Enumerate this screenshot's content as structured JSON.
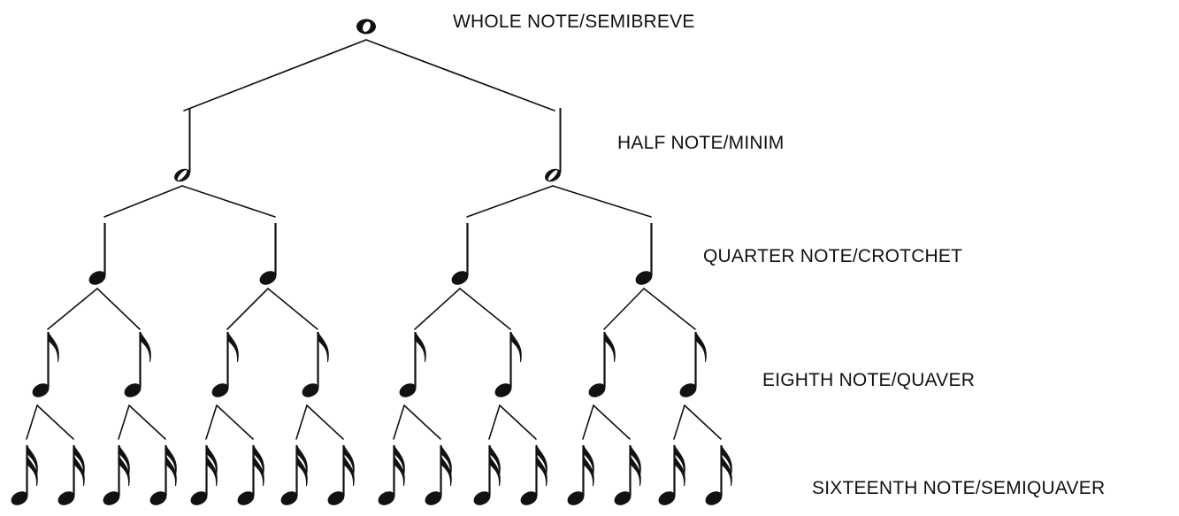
{
  "diagram": {
    "levels": [
      {
        "label": "WHOLE NOTE/SEMIBREVE",
        "note": "whole",
        "count": 1
      },
      {
        "label": "HALF NOTE/MINIM",
        "note": "half",
        "count": 2
      },
      {
        "label": "QUARTER NOTE/CROTCHET",
        "note": "quarter",
        "count": 4
      },
      {
        "label": "EIGHTH NOTE/QUAVER",
        "note": "eighth",
        "count": 8
      },
      {
        "label": "SIXTEENTH NOTE/SEMIQUAVER",
        "note": "sixteenth",
        "count": 16
      }
    ],
    "ink_color": "#111111",
    "background": "#ffffff"
  }
}
